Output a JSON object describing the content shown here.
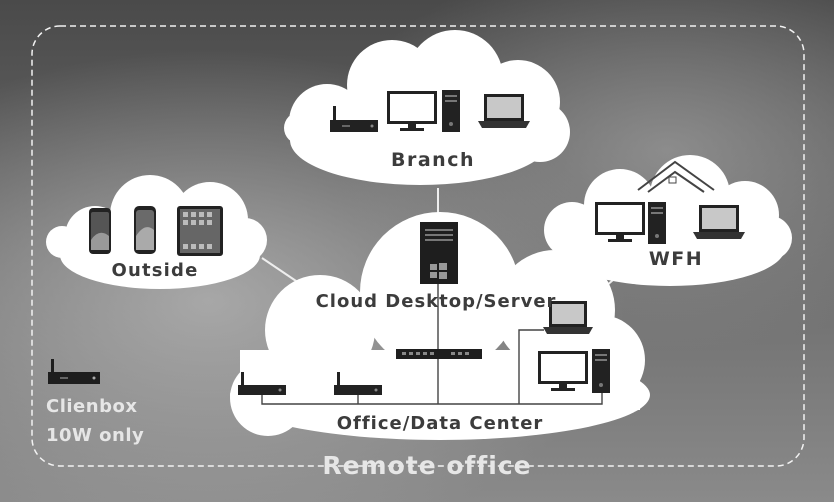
{
  "diagram": {
    "title": "Remote office",
    "nodes": {
      "branch": "Branch",
      "outside": "Outside",
      "wfh": "WFH",
      "cloud": "Cloud Desktop/Server",
      "office": "Office/Data Center"
    },
    "note": {
      "line1": "Clienbox",
      "line2": "10W only"
    }
  }
}
